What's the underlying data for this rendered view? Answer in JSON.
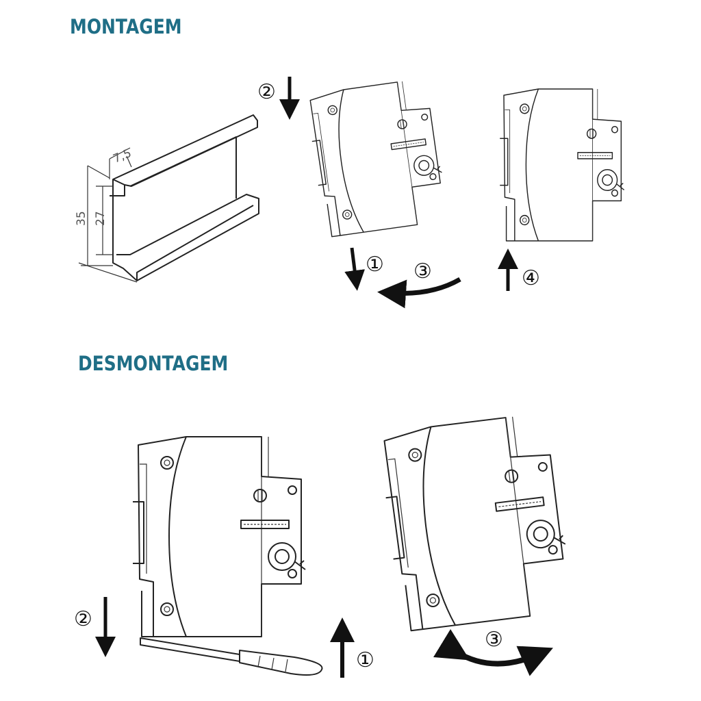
{
  "sections": {
    "mounting": {
      "title": "MONTAGEM",
      "rail_dimensions": {
        "flange": "7,5",
        "height_outer": "35",
        "height_inner": "27"
      },
      "steps": [
        "①",
        "②",
        "③",
        "④"
      ]
    },
    "dismounting": {
      "title": "DESMONTAGEM",
      "steps": [
        "①",
        "②",
        "③"
      ]
    }
  },
  "colors": {
    "title": "#1f6e86",
    "lines": "#222222"
  }
}
